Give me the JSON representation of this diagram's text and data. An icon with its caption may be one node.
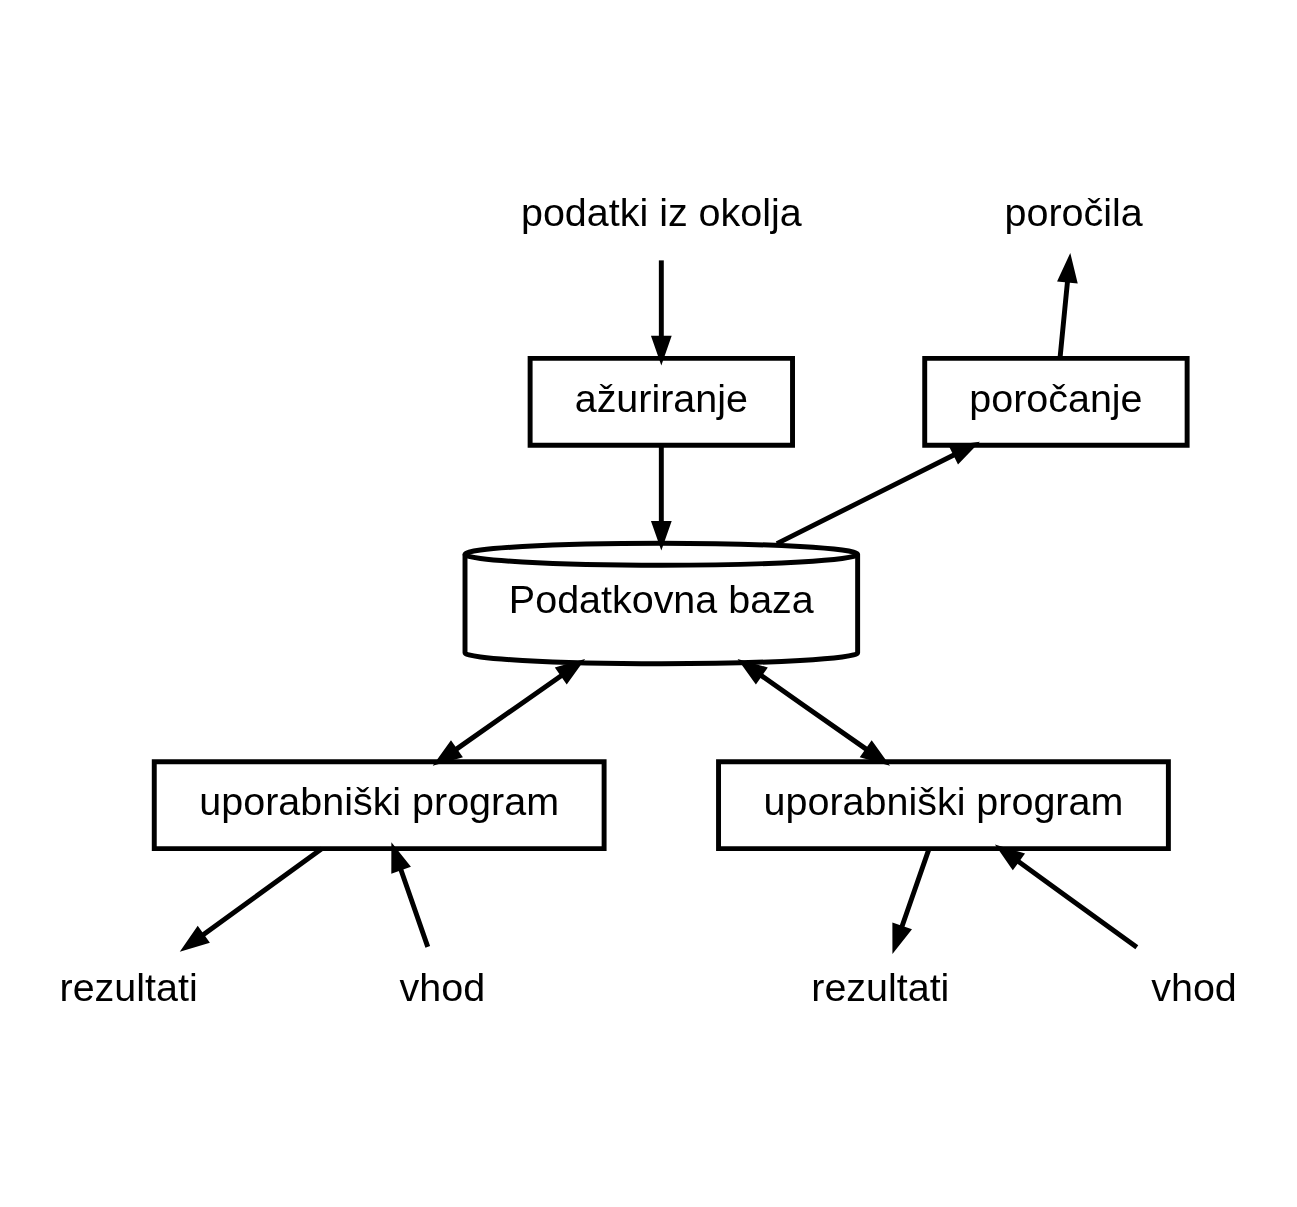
{
  "diagram": {
    "nodes": [
      {
        "text": [
          "podatki iz okolja"
        ]
      },
      {
        "text": [
          "ažuriranje"
        ]
      },
      {
        "text": [
          "poročila"
        ]
      },
      {
        "text": [
          "poročanje"
        ]
      },
      {
        "text": [
          "Podatkovna baza"
        ]
      },
      {
        "text": [
          "uporabniški program"
        ]
      },
      {
        "text": [
          "uporabniški program"
        ]
      },
      {
        "text": [
          "vhod"
        ]
      },
      {
        "text": [
          "rezultati"
        ]
      },
      {
        "text": [
          "vhod"
        ]
      },
      {
        "text": [
          "rezultati"
        ]
      }
    ],
    "edges": [
      {
        "from": 0,
        "to": 1,
        "arrow": "to"
      },
      {
        "from": 1,
        "to": 4,
        "arrow": "to"
      },
      {
        "from": 4,
        "to": 3,
        "arrow": "to"
      },
      {
        "from": 3,
        "to": 2,
        "arrow": "to"
      },
      {
        "from": 4,
        "to": 5,
        "arrow": "both"
      },
      {
        "from": 4,
        "to": 6,
        "arrow": "both"
      },
      {
        "from": 7,
        "to": 5,
        "arrow": "to"
      },
      {
        "from": 5,
        "to": 8,
        "arrow": "to"
      },
      {
        "from": 9,
        "to": 6,
        "arrow": "to"
      },
      {
        "from": 6,
        "to": 10,
        "arrow": "to"
      }
    ]
  }
}
